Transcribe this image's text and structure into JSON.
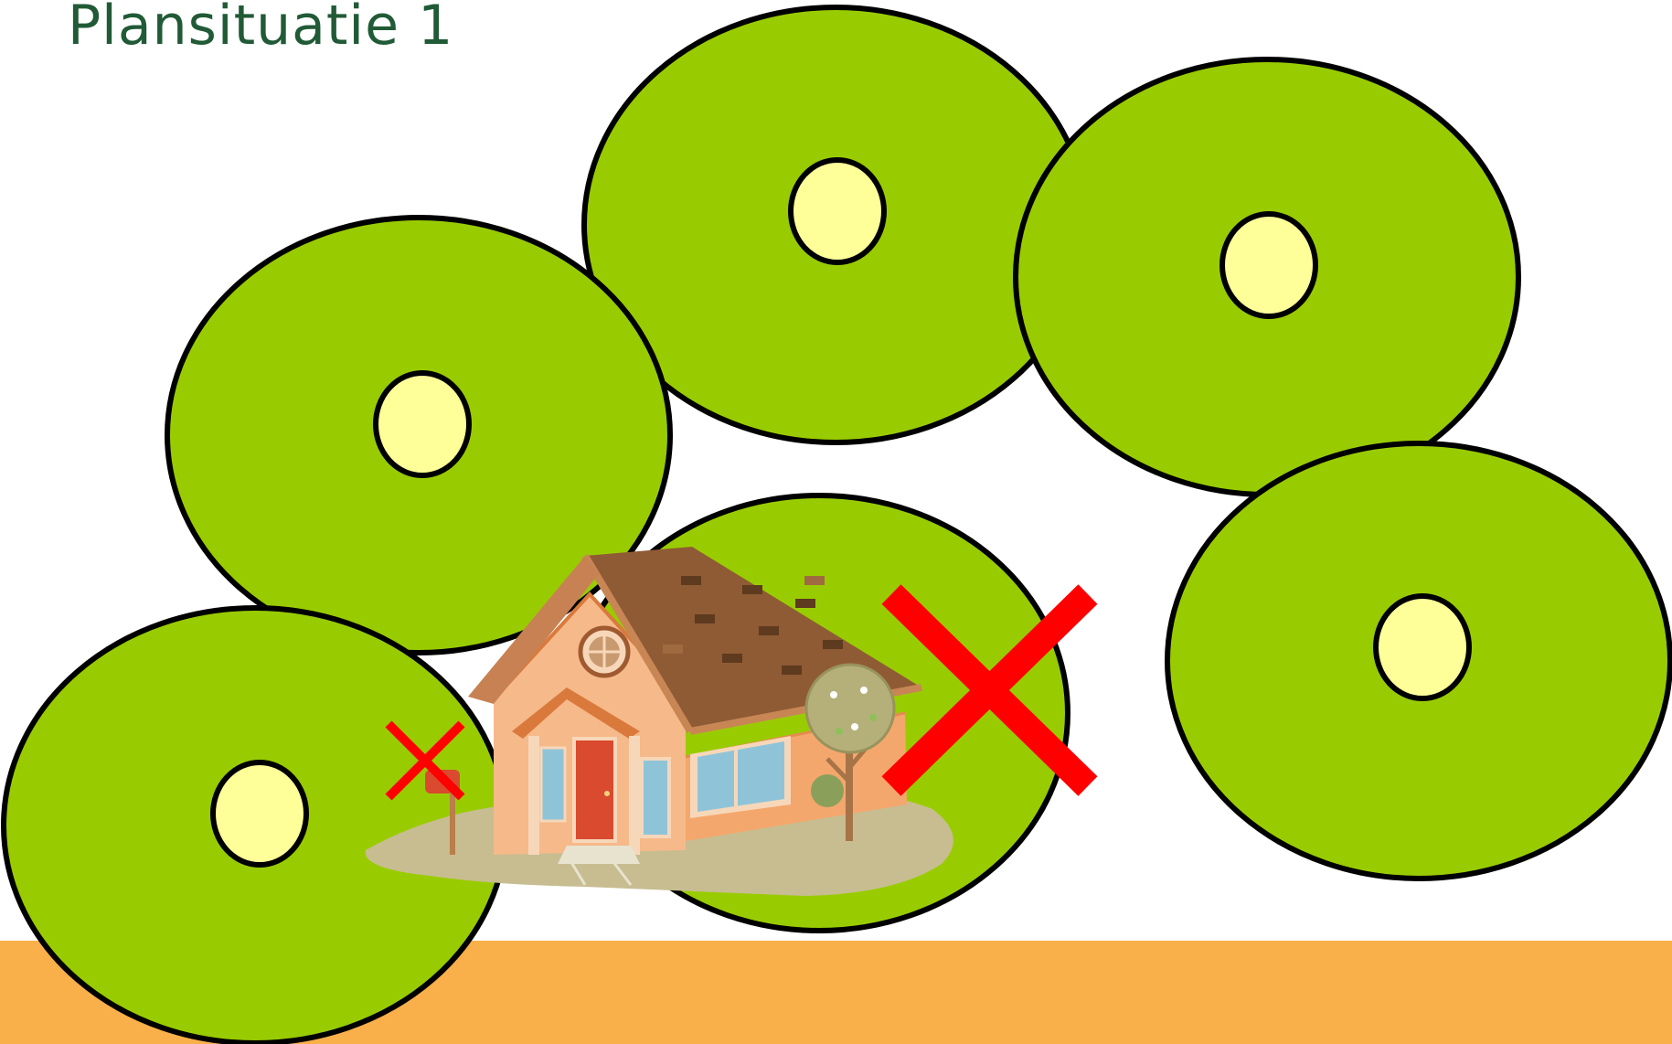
{
  "title": "Plansituatie 1",
  "colors": {
    "title_text": "#215a36",
    "ellipse_fill": "#99cc00",
    "ellipse_stroke": "#000000",
    "center_fill": "#ffff99",
    "bottom_band": "#f9b04a",
    "cross": "#ff0000"
  },
  "diagram": {
    "zones": [
      {
        "name": "zone-top-center"
      },
      {
        "name": "zone-top-right"
      },
      {
        "name": "zone-middle-left"
      },
      {
        "name": "zone-lower-right"
      },
      {
        "name": "zone-lower-center"
      },
      {
        "name": "zone-lower-left"
      }
    ],
    "markers": [
      {
        "name": "large-cross-icon",
        "meaning": "not-allowed"
      },
      {
        "name": "small-cross-icon",
        "meaning": "not-allowed"
      }
    ],
    "illustration": "house-icon"
  }
}
